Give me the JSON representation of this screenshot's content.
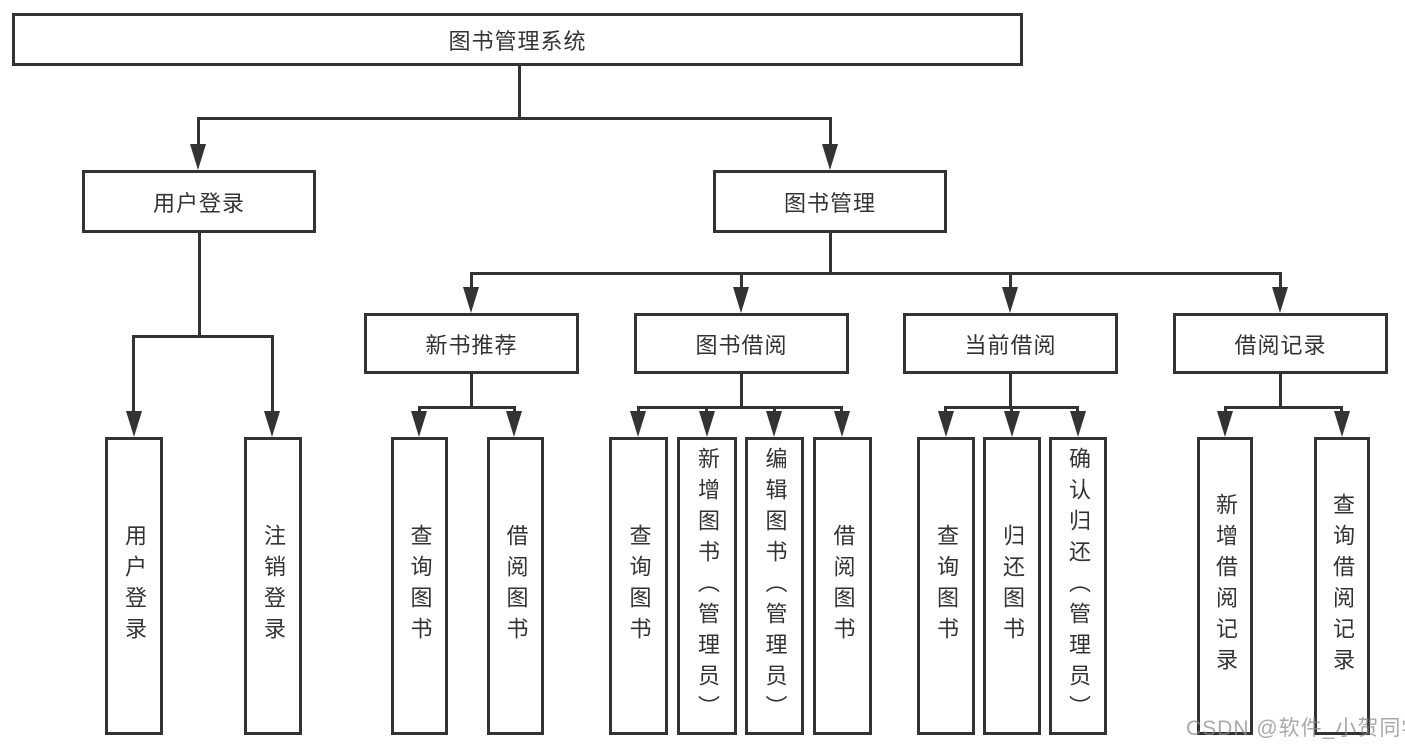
{
  "diagram": {
    "title": "图书管理系统",
    "type_hint": "hierarchy-tree",
    "colors": {
      "line": "#333333",
      "box_background": "#ffffff",
      "text": "#333333",
      "watermark": "#8c8c8c"
    },
    "watermark": "CSDN @软件_小贺同学"
  },
  "tree": {
    "root": "图书管理系统",
    "branches": [
      {
        "label": "用户登录",
        "children": [
          "用户登录",
          "注销登录"
        ]
      },
      {
        "label": "图书管理",
        "children": [
          {
            "label": "新书推荐",
            "children": [
              "查询图书",
              "借阅图书"
            ]
          },
          {
            "label": "图书借阅",
            "children": [
              "查询图书",
              "新增图书（管理员）",
              "编辑图书（管理员）",
              "借阅图书"
            ]
          },
          {
            "label": "当前借阅",
            "children": [
              "查询图书",
              "归还图书",
              "确认归还（管理员）"
            ]
          },
          {
            "label": "借阅记录",
            "children": [
              "新增借阅记录",
              "查询借阅记录"
            ]
          }
        ]
      }
    ]
  }
}
